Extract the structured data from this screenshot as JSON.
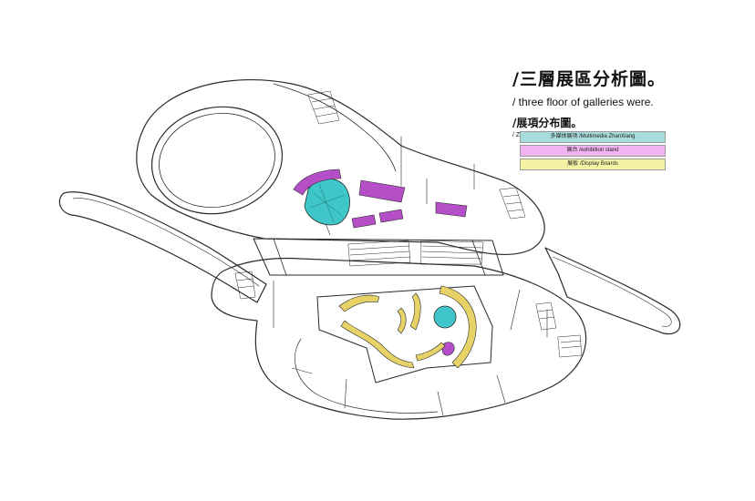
{
  "title": {
    "main_cn": "/三層展區分析圖。",
    "main_en": "/ three floor of galleries were.",
    "sub_cn": "/展項分布圖。",
    "sub_en": "/ ZhanXiang distribution."
  },
  "legend": [
    {
      "label": "多媒体展项 /Multimedia ZhanXiang",
      "color": "#a6dcdc"
    },
    {
      "label": "展台 /exhibition stand",
      "color": "#f2b3f2"
    },
    {
      "label": "展板 /Display Boards",
      "color": "#f4f3a4"
    }
  ],
  "colors": {
    "multimedia": "#3ec6c8",
    "stand": "#b44fc8",
    "boards": "#e6d266",
    "line": "#2a2a2a"
  }
}
